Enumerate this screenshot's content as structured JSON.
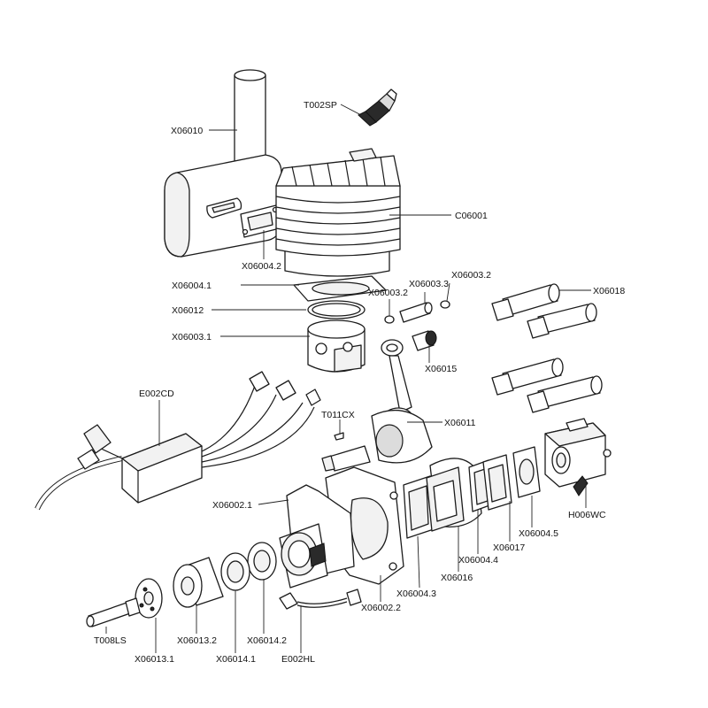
{
  "labels": {
    "t002sp": "T002SP",
    "x06010": "X06010",
    "c06001": "C06001",
    "x06004_2_top": "X06004.2",
    "x06004_1": "X06004.1",
    "x06003_2_left": "X06003.2",
    "x06003_3": "X06003.3",
    "x06003_2_right": "X06003.2",
    "x06018": "X06018",
    "x06012": "X06012",
    "x06003_1": "X06003.1",
    "x06015": "X06015",
    "e002cd": "E002CD",
    "t011cx": "T011CX",
    "x06011": "X06011",
    "x06002_1": "X06002.1",
    "h006wc": "H006WC",
    "x06004_5": "X06004.5",
    "x06017": "X06017",
    "x06004_4": "X06004.4",
    "x06016": "X06016",
    "x06004_3": "X06004.3",
    "x06002_2": "X06002.2",
    "t008ls": "T008LS",
    "x06013_2": "X06013.2",
    "x06014_2": "X06014.2",
    "x06013_1": "X06013.1",
    "x06014_1": "X06014.1",
    "e002hl": "E002HL"
  }
}
